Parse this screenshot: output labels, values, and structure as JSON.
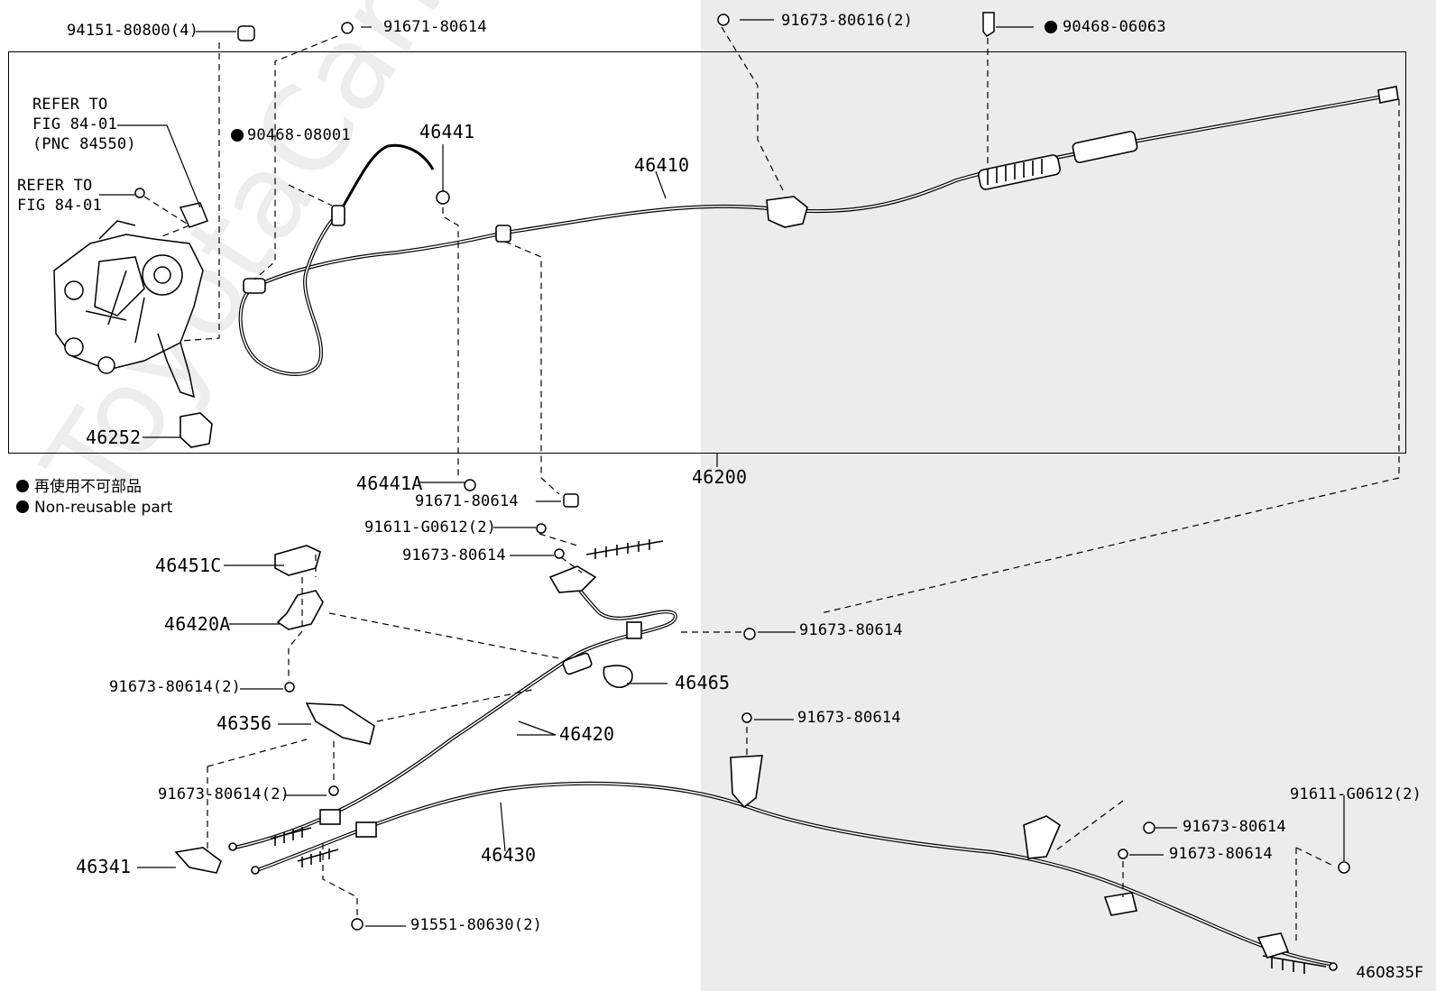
{
  "diagram": {
    "callouts": {
      "p94151": "94151-80800(4)",
      "p91671a": "91671-80614",
      "p91673_616": "91673-80616(2)",
      "p90468_063": "90468-06063",
      "refer1_line1": "REFER TO",
      "refer1_line2": "FIG 84-01",
      "refer1_line3": "(PNC 84550)",
      "p90468_001": "90468-08001",
      "p46441": "46441",
      "p46410": "46410",
      "refer2_line1": "REFER TO",
      "refer2_line2": "FIG 84-01",
      "p46252": "46252",
      "p46200": "46200",
      "p46441A": "46441A",
      "p91671b": "91671-80614",
      "p91611_left": "91611-G0612(2)",
      "p91673_mid": "91673-80614",
      "p46451C": "46451C",
      "p46420A": "46420A",
      "p91673_right1": "91673-80614",
      "p91673_left2": "91673-80614(2)",
      "p46465": "46465",
      "p46356": "46356",
      "p46420": "46420",
      "p91673_right2": "91673-80614",
      "p91673_left3": "91673-80614(2)",
      "p91611_right": "91611-G0612(2)",
      "p91673_right3": "91673-80614",
      "p46341": "46341",
      "p46430": "46430",
      "p91673_right4": "91673-80614",
      "p91551": "91551-80630(2)"
    },
    "legend": {
      "jp": "再使用不可部品",
      "en": "Non-reusable part"
    },
    "figure_code": "460835F",
    "watermark": "ToyotaCarMine.ru"
  }
}
